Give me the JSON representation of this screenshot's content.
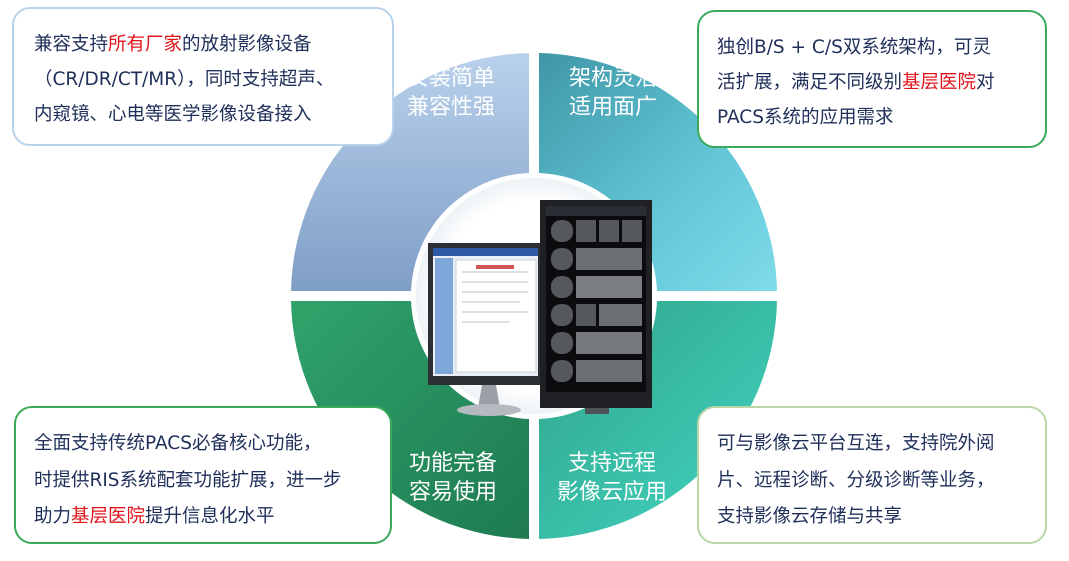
{
  "quadrants": {
    "top_left": {
      "line1": "安装简单",
      "line2": "兼容性强"
    },
    "top_right": {
      "line1": "架构灵活",
      "line2": "适用面广"
    },
    "bottom_left": {
      "line1": "功能完备",
      "line2": "容易使用"
    },
    "bottom_right": {
      "line1": "支持远程",
      "line2": "影像云应用"
    }
  },
  "boxes": {
    "top_left": {
      "l1_a": "兼容支持",
      "l1_b": "所有厂家",
      "l1_c": "的放射影像设备",
      "l2": "（CR/DR/CT/MR），同时支持超声、",
      "l3": "内窥镜、心电等医学影像设备接入"
    },
    "top_right": {
      "l1": "独创B/S + C/S双系统架构，可灵",
      "l2_a": "活扩展，满足不同级别",
      "l2_b": "基层医院",
      "l2_c": "对",
      "l3": "PACS系统的应用需求"
    },
    "bottom_left": {
      "l1": "全面支持传统PACS必备核心功能，",
      "l2": "时提供RIS系统配套功能扩展，进一步",
      "l3_a": "助力",
      "l3_b": "基层医院",
      "l3_c": "提升信息化水平"
    },
    "bottom_right": {
      "l1": "可与影像云平台互连，支持院外阅",
      "l2": "片、远程诊断、分级诊断等业务，",
      "l3": "支持影像云存储与共享"
    }
  },
  "colors": {
    "text_blue": "#1f2f5a",
    "highlight_red": "#e0141b",
    "box_border_blue": "#b9d3ea",
    "box_border_green": "#3aa95a",
    "box_border_lightgreen": "#b8d6a6"
  }
}
